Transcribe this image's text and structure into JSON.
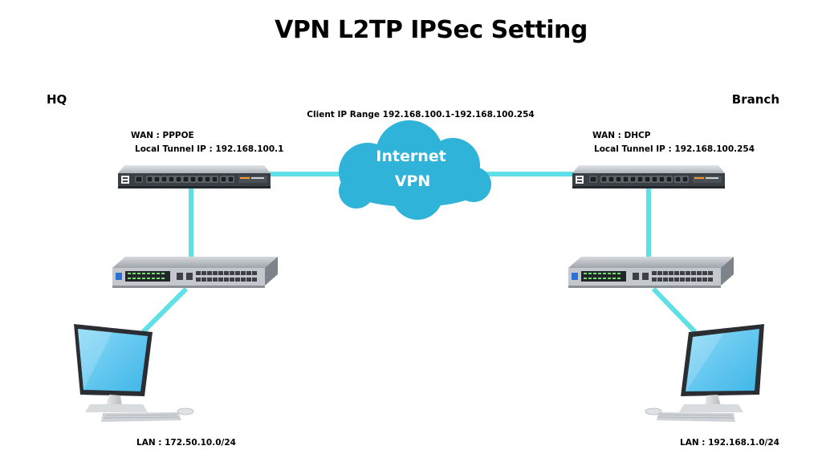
{
  "title": "VPN L2TP IPSec Setting",
  "hq": {
    "label": "HQ",
    "wan": "WAN : PPPOE",
    "tunnel_ip": "Local Tunnel IP : 192.168.100.1",
    "lan": "LAN : 172.50.10.0/24"
  },
  "branch": {
    "label": "Branch",
    "wan": "WAN : DHCP",
    "tunnel_ip": "Local Tunnel IP : 192.168.100.254",
    "lan": "LAN : 192.168.1.0/24"
  },
  "cloud": {
    "client_range": "Client IP Range 192.168.100.1-192.168.100.254",
    "line1": "Internet",
    "line2": "VPN"
  },
  "colors": {
    "link": "#5ee0e6",
    "cloud": "#2fb3d8",
    "screen": "#5fc8f0",
    "device_body": "#3a3f45",
    "device_top": "#c9cdd2"
  }
}
